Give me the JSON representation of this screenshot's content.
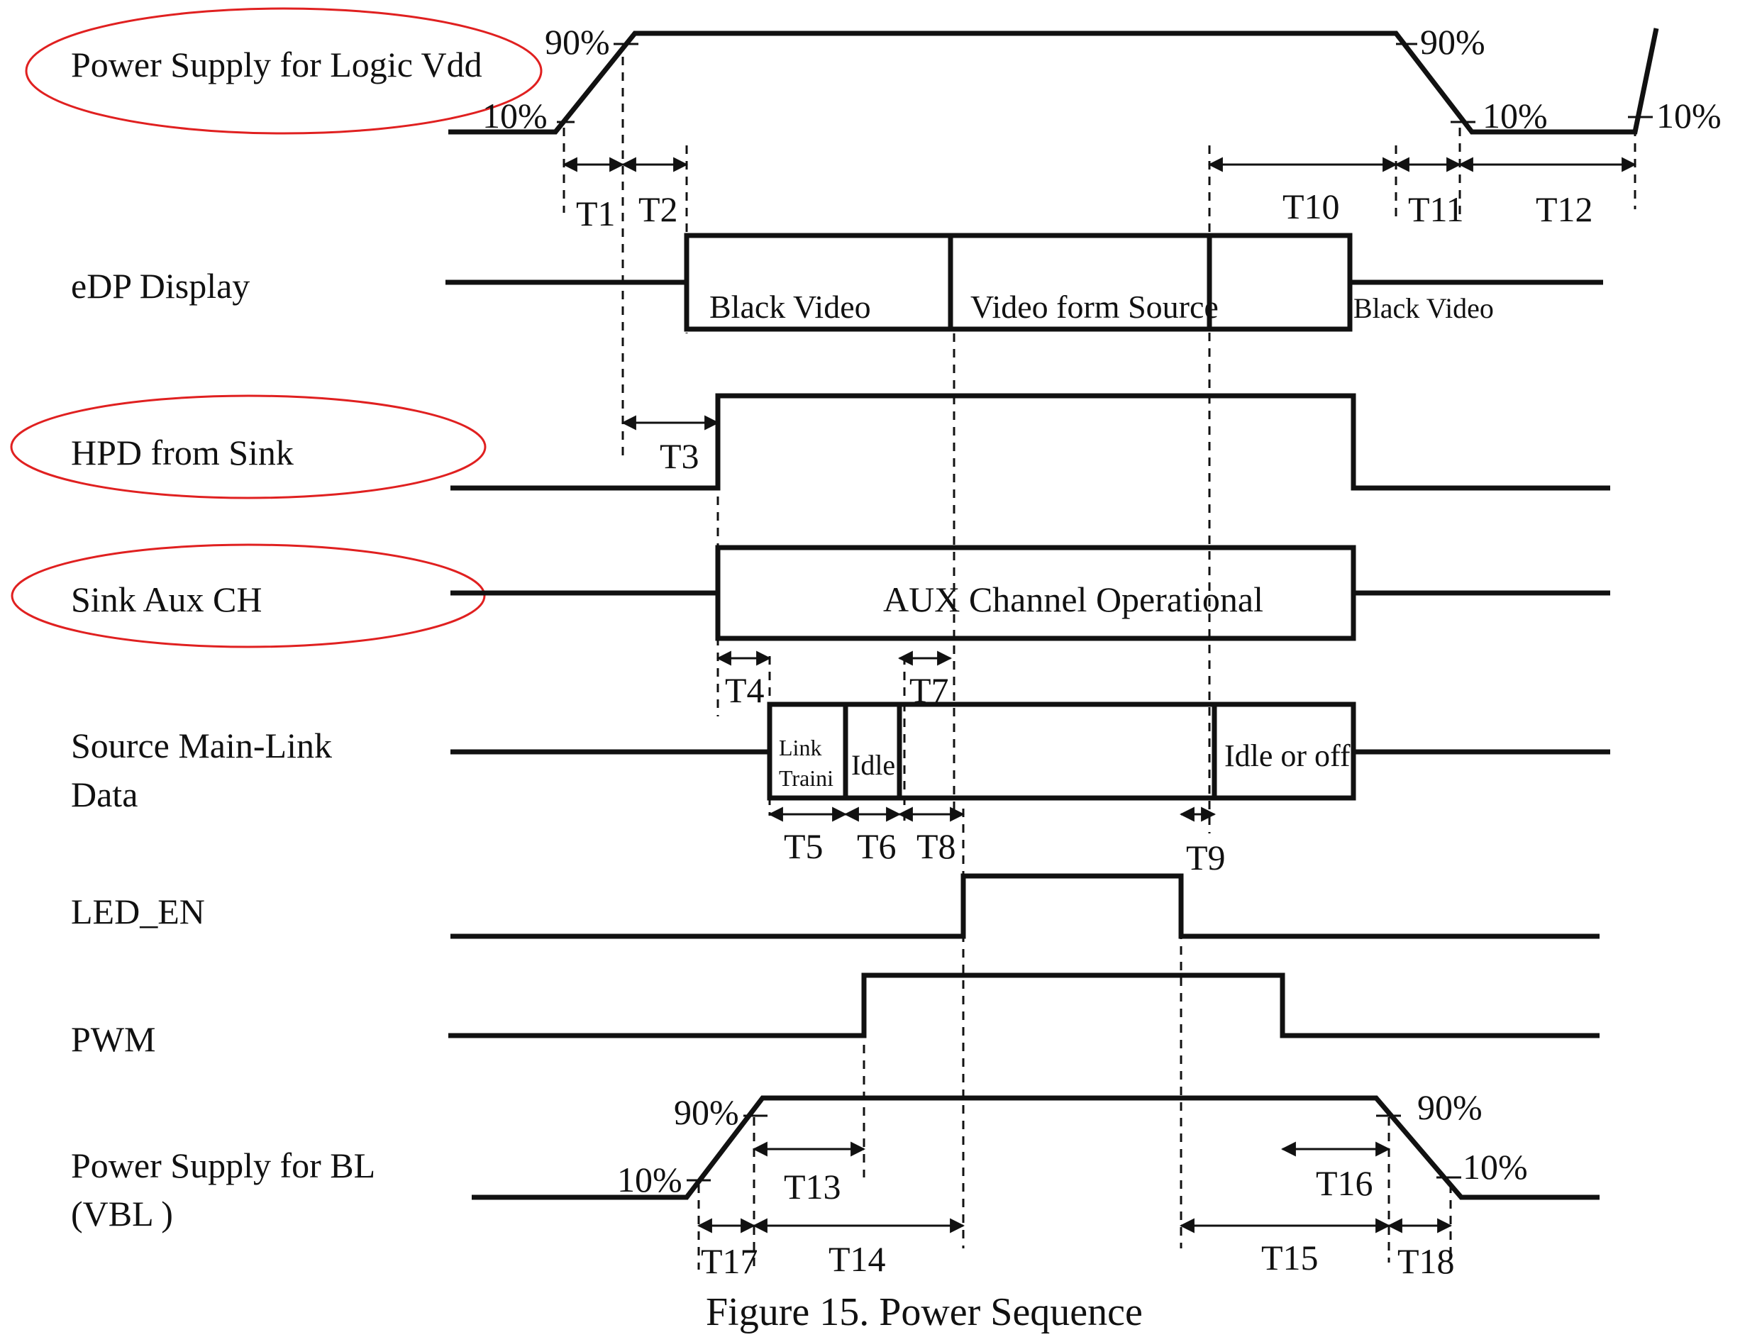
{
  "signals": {
    "vdd": "Power Supply for Logic Vdd",
    "edp": "eDP Display",
    "hpd": "HPD from Sink",
    "aux": "Sink Aux CH",
    "mainlink_1": "Source Main-Link",
    "mainlink_2": "Data",
    "led": "LED_EN",
    "pwm": "PWM",
    "vbl_1": "Power Supply for BL",
    "vbl_2": "(VBL )"
  },
  "levels": {
    "p90": "90%",
    "p10": "10%"
  },
  "boxes": {
    "black_video": "Black Video",
    "video_source": "Video form Source",
    "aux_op": "AUX Channel Operational",
    "link_1": "Link",
    "link_2": "Traini",
    "idle": "Idle",
    "idle_off": "Idle or off"
  },
  "timings": {
    "t1": "T1",
    "t2": "T2",
    "t3": "T3",
    "t4": "T4",
    "t5": "T5",
    "t6": "T6",
    "t7": "T7",
    "t8": "T8",
    "t9": "T9",
    "t10": "T10",
    "t11": "T11",
    "t12": "T12",
    "t13": "T13",
    "t14": "T14",
    "t15": "T15",
    "t16": "T16",
    "t17": "T17",
    "t18": "T18"
  },
  "caption": "Figure 15.  Power Sequence",
  "colors": {
    "ink": "#111111",
    "highlight": "#e02020"
  }
}
